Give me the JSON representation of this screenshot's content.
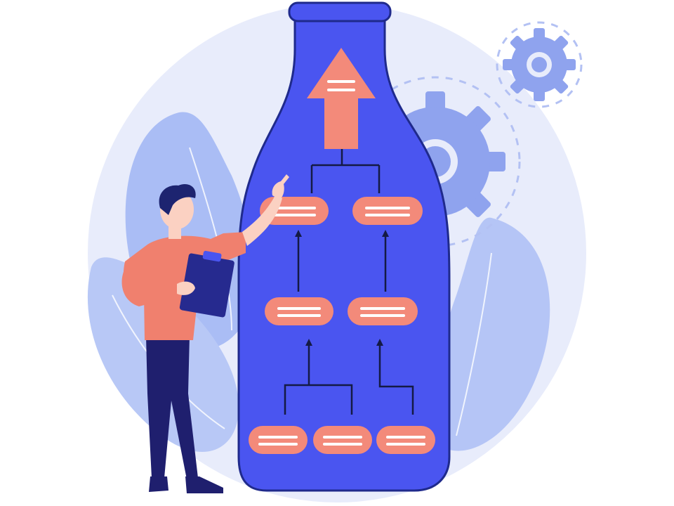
{
  "illustration": {
    "subject": "bottleneck-hierarchy",
    "colors": {
      "background": "#ffffff",
      "backdrop_circle": "#e8ecfb",
      "leaves": "#aabdf5",
      "gear": "#8fa3ee",
      "bottle": "#4a55f0",
      "bottle_outline": "#1f2a8c",
      "node_fill": "#f38a7a",
      "node_lines": "#ffffff",
      "connector": "#141a44",
      "shirt": "#f0806e",
      "pants": "#1f1f6e",
      "hair": "#1d2470",
      "skin": "#fbd1c2",
      "clipboard": "#262a8f"
    },
    "icons": [
      "gear-icon",
      "gear-icon",
      "up-arrow-icon",
      "clipboard-icon"
    ],
    "hierarchy": {
      "levels": 4,
      "nodes_per_level": [
        1,
        2,
        2,
        3
      ]
    }
  }
}
